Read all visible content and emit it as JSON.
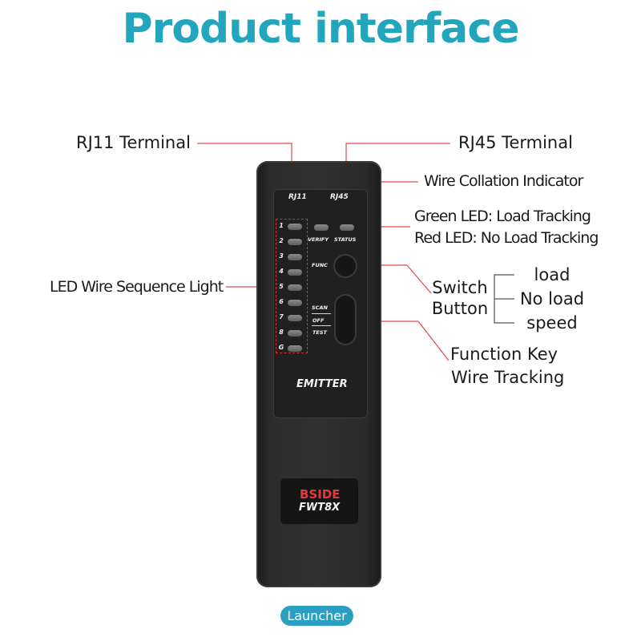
{
  "colors": {
    "title": "#21a6bd",
    "leader_line": "#e04a4a",
    "bracket_line": "#555555",
    "pill": "#2a9fc1"
  },
  "title": "Product interface",
  "callouts": {
    "rj11": "RJ11 Terminal",
    "rj45": "RJ45 Terminal",
    "wire_collation": "Wire Collation Indicator",
    "green_led": "Green LED: Load Tracking",
    "red_led": "Red LED: No Load Tracking",
    "led_sequence": "LED Wire Sequence Light",
    "switch_button_line1": "Switch",
    "switch_button_line2": "Button",
    "switch_modes": [
      "load",
      "No load",
      "speed"
    ],
    "function_key_line1": "Function Key",
    "function_key_line2": "Wire Tracking"
  },
  "device": {
    "port_left": "RJ11",
    "port_right": "RJ45",
    "led_numbers": [
      "1",
      "2",
      "3",
      "4",
      "5",
      "6",
      "7",
      "8",
      "G"
    ],
    "verify": "VERIFY",
    "status": "STATUS",
    "func": "FUNC",
    "scan": "SCAN",
    "off": "OFF",
    "test": "TEST",
    "emitter": "EMITTER",
    "brand": "BSIDE",
    "model": "FWT8X"
  },
  "launcher_label": "Launcher"
}
